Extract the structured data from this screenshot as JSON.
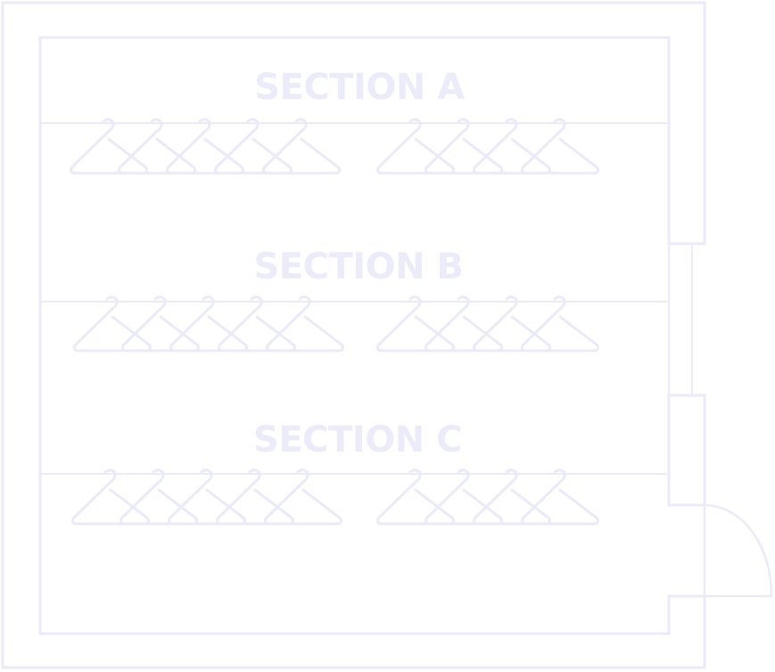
{
  "plan": {
    "colors": {
      "line": "#ebeaf8",
      "label": "#ecebf9",
      "background": "#ffffff"
    },
    "sections": [
      {
        "label": "SECTION A",
        "hanger_groups": [
          5,
          4
        ]
      },
      {
        "label": "SECTION B",
        "hanger_groups": [
          5,
          4
        ]
      },
      {
        "label": "SECTION C",
        "hanger_groups": [
          5,
          4
        ]
      }
    ],
    "icons": {
      "hanger": "hanger-icon",
      "door": "door-swing-icon",
      "window": "window-icon"
    }
  }
}
